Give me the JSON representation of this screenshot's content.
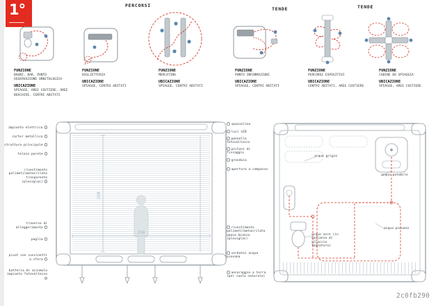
{
  "page": {
    "badge": "1°",
    "code": "2c0fb290"
  },
  "section_titles": [
    "PERCORSI",
    "TENDE",
    "TENDE"
  ],
  "labels": {
    "funzione": "FUNZIONE",
    "ubicazione": "UBICAZIONE"
  },
  "diagrams": [
    {
      "funzione": "BAGNI, BAR, PUNTO OSSERVAZIONE ORNITOLOGICA",
      "ubicazione": "SPIAGGE, AREE COSTIERE, AREE BOSCHIVE, CENTRI ABITATI"
    },
    {
      "funzione": "BIGLIETTERIA",
      "ubicazione": "SPIAGGE, CENTRI ABITATI"
    },
    {
      "funzione": "MERCATINO",
      "ubicazione": "SPIAGGE, CENTRI ABITATI"
    },
    {
      "funzione": "PUNTO INFORMAZIONI",
      "ubicazione": "SPIAGGE, CENTRI ABITATI"
    },
    {
      "funzione": "PERCORSI ESPOSITIVI",
      "ubicazione": "CENTRI ABITATI, AREE COSTIERE"
    },
    {
      "funzione": "CABINE DA SPIAGGIA",
      "ubicazione": "SPIAGGE, AREE COSTIERE"
    }
  ],
  "elevation": {
    "labels_left": [
      "impianto elettrico",
      "carter metallico",
      "struttura principale",
      "telaio parete",
      "rivestimento polimetilmetacrilato trasparente (plexiglas)",
      "traverso di alleggerimento",
      "paglia",
      "pivot con cuscinetti a sfera",
      "batteria di accumulo impianto fotovoltaico"
    ],
    "labels_right": [
      "spazzolina",
      "luci LED",
      "pannello fotovoltaico",
      "pistoni di fissaggio",
      "grondaia",
      "apertura a compasso",
      "rivestimento polimetilmetacrilato opaco bianco (plexiglas)",
      "serbatoi acqua piovana",
      "ancoraggio a terra (per suolo naturale)"
    ],
    "dims": {
      "width": "250",
      "height": "250"
    }
  },
  "plan": {
    "labels": [
      "acque grigie",
      "acqua potabile",
      "acqua piovana",
      "acque nere (in mancanza di allaccio fognatura)"
    ]
  },
  "colors": {
    "accent_red": "#e32b20",
    "diagram_red": "#d23728",
    "line_gray": "#8e969c",
    "dim_blue": "#9fb4c4",
    "dot_blue": "#5b87ad"
  }
}
